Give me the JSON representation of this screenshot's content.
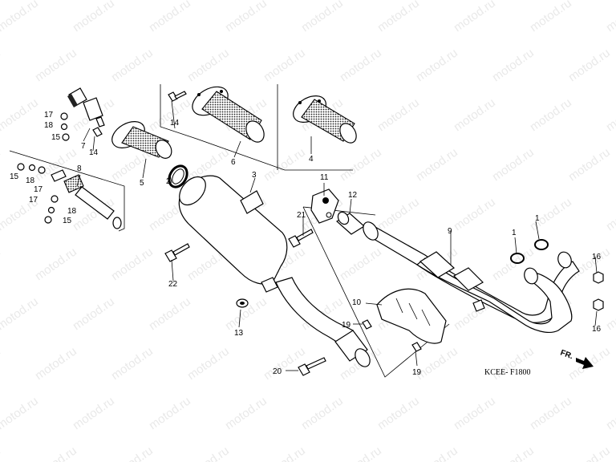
{
  "watermark": "motod.ru",
  "diagram_code": "KCEE- F1800",
  "direction_label": "FR.",
  "callouts": [
    {
      "id": "c1a",
      "text": "1"
    },
    {
      "id": "c1b",
      "text": "1"
    },
    {
      "id": "c2",
      "text": "2"
    },
    {
      "id": "c3",
      "text": "3"
    },
    {
      "id": "c4",
      "text": "4"
    },
    {
      "id": "c5",
      "text": "5"
    },
    {
      "id": "c6",
      "text": "6"
    },
    {
      "id": "c7",
      "text": "7"
    },
    {
      "id": "c8",
      "text": "8"
    },
    {
      "id": "c9",
      "text": "9"
    },
    {
      "id": "c10",
      "text": "10"
    },
    {
      "id": "c11",
      "text": "11"
    },
    {
      "id": "c12",
      "text": "12"
    },
    {
      "id": "c13",
      "text": "13"
    },
    {
      "id": "c14a",
      "text": "14"
    },
    {
      "id": "c14b",
      "text": "14"
    },
    {
      "id": "c15a",
      "text": "15"
    },
    {
      "id": "c15b",
      "text": "15"
    },
    {
      "id": "c15c",
      "text": "15"
    },
    {
      "id": "c16a",
      "text": "16"
    },
    {
      "id": "c16b",
      "text": "16"
    },
    {
      "id": "c17a",
      "text": "17"
    },
    {
      "id": "c17b",
      "text": "17"
    },
    {
      "id": "c17c",
      "text": "17"
    },
    {
      "id": "c18a",
      "text": "18"
    },
    {
      "id": "c18b",
      "text": "18"
    },
    {
      "id": "c18c",
      "text": "18"
    },
    {
      "id": "c19a",
      "text": "19"
    },
    {
      "id": "c19b",
      "text": "19"
    },
    {
      "id": "c20",
      "text": "20"
    },
    {
      "id": "c21",
      "text": "21"
    },
    {
      "id": "c22",
      "text": "22"
    }
  ]
}
